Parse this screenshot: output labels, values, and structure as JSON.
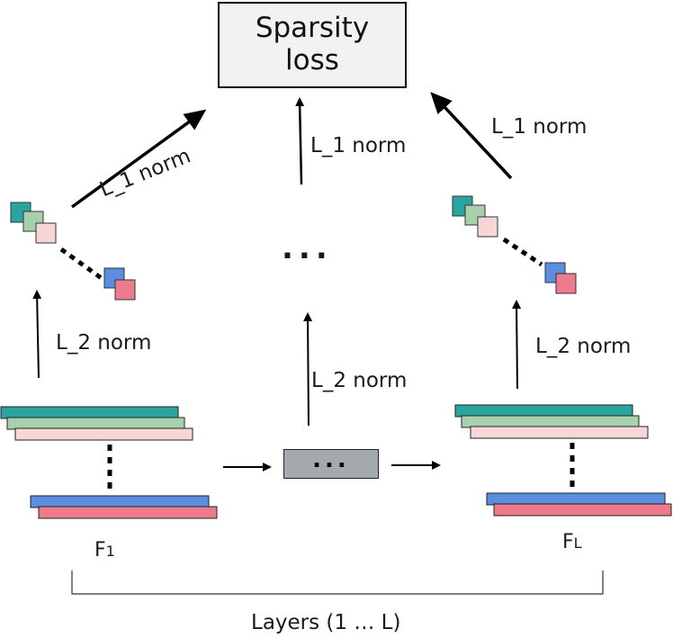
{
  "loss": {
    "line1": "Sparsity",
    "line2": "loss"
  },
  "labels": {
    "l1_left": "L_1 norm",
    "l1_middle": "L_1 norm",
    "l1_right": "L_1 norm",
    "l2_left": "L_2 norm",
    "l2_middle": "L_2 norm",
    "l2_right": "L_2 norm",
    "ellipsis_top": "...",
    "ellipsis_middle": "..."
  },
  "features": {
    "first": {
      "base": "F",
      "sub": "1"
    },
    "last": {
      "base": "F",
      "sub": "L"
    }
  },
  "axis_label": "Layers (1 … L)",
  "colors": {
    "teal": "#2aa49e",
    "sage": "#a7d1ad",
    "pink_light": "#f6d6d6",
    "blue": "#5b8edf",
    "rose": "#ee7a8d",
    "box_gray": "#a2aaaf",
    "loss_bg": "#f1f2f4"
  }
}
